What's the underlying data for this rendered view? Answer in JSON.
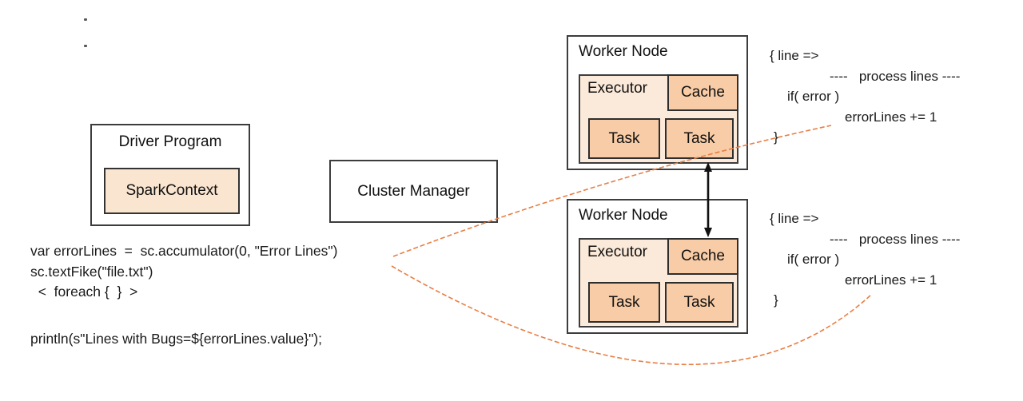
{
  "colors": {
    "executor_fill": "#fbe9d9",
    "cache_task_fill": "#f8cca6",
    "sparkcontext_fill": "#fae5d0",
    "box_border": "#3d3d3d",
    "text": "#1a1a1a",
    "closure_link_line": "#e87f45",
    "sync_arrow": "#111111"
  },
  "driver_program": {
    "title": "Driver Program",
    "spark_context_label": "SparkContext"
  },
  "cluster_manager": {
    "title": "Cluster Manager"
  },
  "workers": [
    {
      "title": "Worker Node",
      "executor_label": "Executor",
      "cache_label": "Cache",
      "task_labels": [
        "Task",
        "Task"
      ]
    },
    {
      "title": "Worker Node",
      "executor_label": "Executor",
      "cache_label": "Cache",
      "task_labels": [
        "Task",
        "Task"
      ]
    }
  ],
  "closures": [
    {
      "lines": [
        "{ line =>",
        "----   process lines ----",
        "if( error )",
        "errorLines += 1",
        "}"
      ]
    },
    {
      "lines": [
        "{ line =>",
        "----   process lines ----",
        "if( error )",
        "errorLines += 1",
        "}"
      ]
    }
  ],
  "driver_code": {
    "lines": [
      "var errorLines  =  sc.accumulator(0, \"Error Lines\")",
      "sc.textFike(\"file.txt\")",
      "  <  foreach {  }  >",
      "println(s\"Lines with Bugs=${errorLines.value}\");"
    ]
  }
}
